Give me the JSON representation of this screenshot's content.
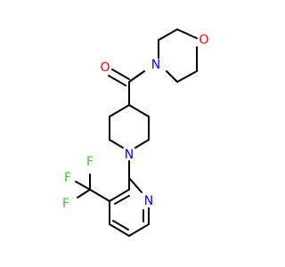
{
  "colors": {
    "bond": "#000000",
    "carbon": "#000000",
    "oxygen": "#ff0000",
    "nitrogen": "#0000ff",
    "fluorine": "#33cc33"
  },
  "atoms": {
    "carbonyl_o": "O",
    "morpholine_n": "N",
    "morpholine_o": "O",
    "piperidine_n": "N",
    "pyridine_n": "N",
    "f1": "F",
    "f2": "F",
    "f3": "F"
  }
}
